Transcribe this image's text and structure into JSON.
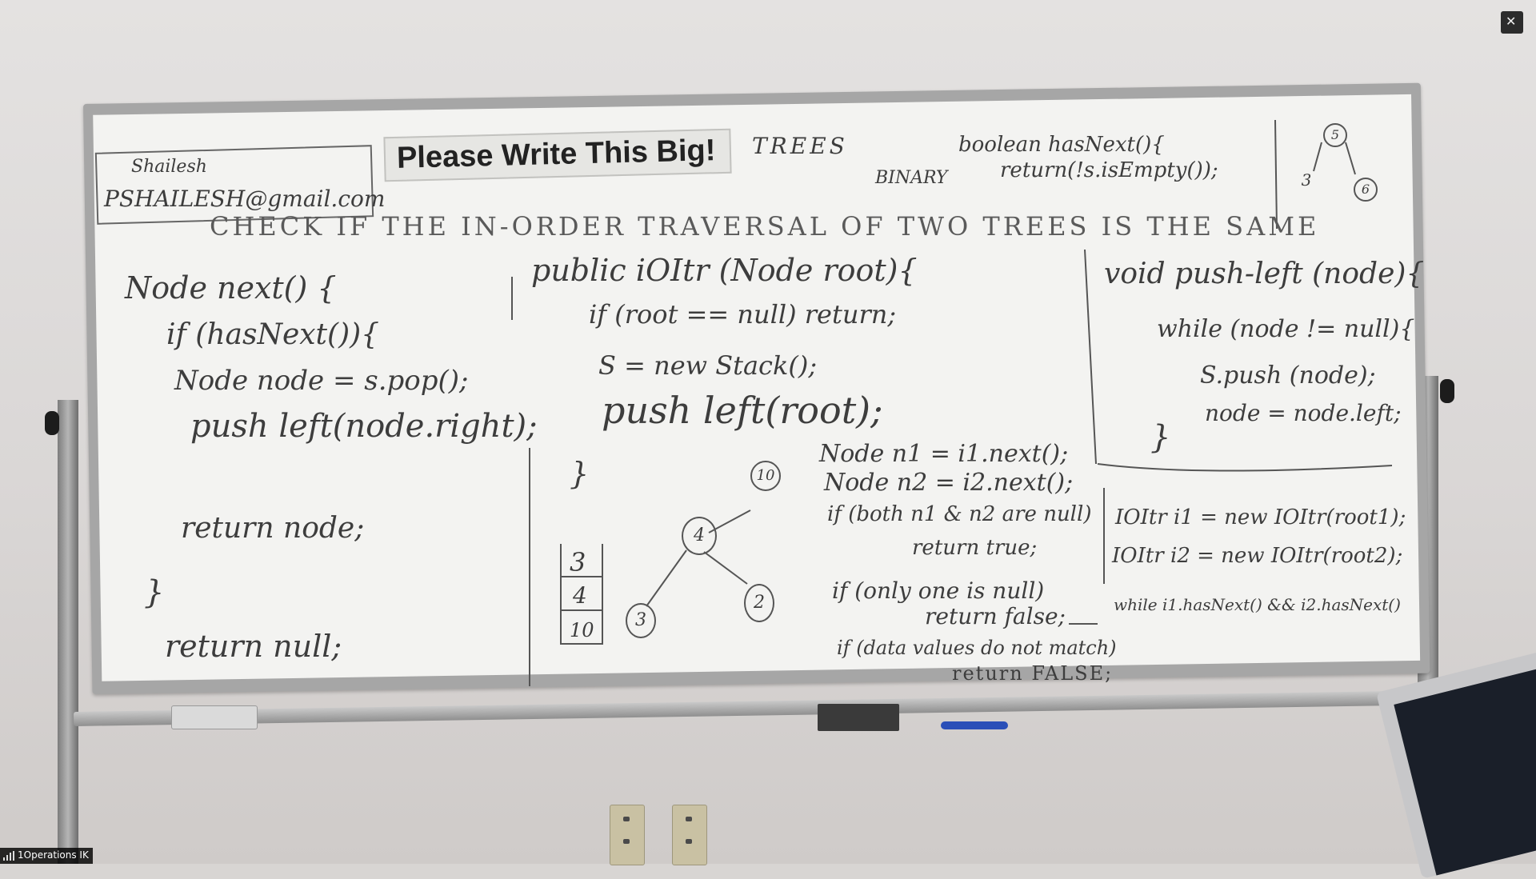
{
  "banner": "Please Write This Big!",
  "contact": {
    "name": "Shailesh",
    "email": "PSHAILESH@gmail.com"
  },
  "topic": "TREES",
  "binary_label": "BINARY",
  "has_next": {
    "signature": "boolean hasNext(){",
    "body": "return(!s.isEmpty());"
  },
  "task": "CHECK IF THE IN-ORDER TRAVERSAL OF TWO TREES IS THE SAME",
  "next_method": [
    "Node next() {",
    "if (hasNext()){",
    "Node node = s.pop();",
    "push left(node.right);",
    "return node;",
    "}",
    "return null;"
  ],
  "constructor": [
    "public iOItr (Node root){",
    "if (root == null) return;",
    "S = new Stack();",
    "push left(root);",
    "}"
  ],
  "push_left": [
    "void push-left (node){",
    "while (node != null){",
    "S.push (node);",
    "node = node.left;",
    "}"
  ],
  "compare": [
    "Node n1 = i1.next();",
    "Node n2 = i2.next();",
    "if (both n1 & n2 are null)",
    "return true;",
    "if (only one is null)",
    "return false;",
    "if (data values do not match)",
    "return FALSE;"
  ],
  "iterators": [
    "IOItr i1 = new IOItr(root1);",
    "IOItr i2 = new IOItr(root2);",
    "while i1.hasNext() && i2.hasNext()"
  ],
  "stack_values": [
    "3",
    "4",
    "10"
  ],
  "tree_nodes": [
    "10",
    "4",
    "3",
    "2"
  ],
  "corner_tree_nodes": [
    "5",
    "3",
    "6"
  ],
  "exit_fullscreen_icon": "compress-icon",
  "status": {
    "label": "1Operations IK",
    "icon": "signal-bars-icon"
  }
}
